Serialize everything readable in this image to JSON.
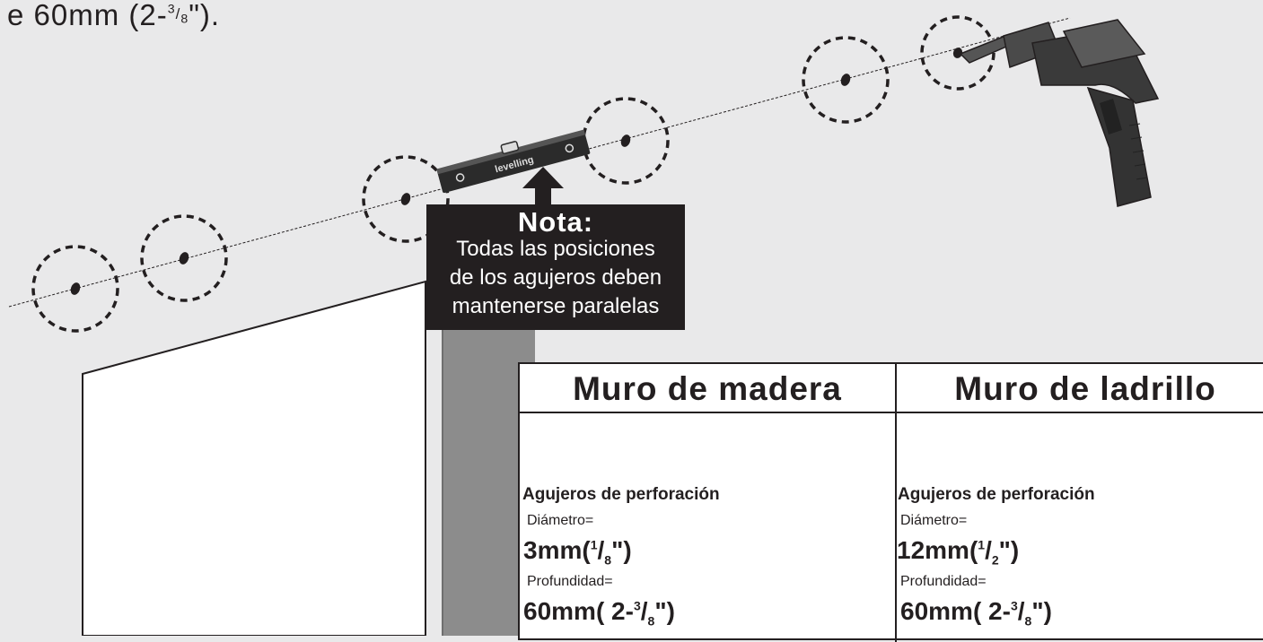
{
  "header": {
    "text_main": "e 60mm (2-",
    "text_sup": "3",
    "text_slash": "/",
    "text_sub": "8",
    "text_end": "\")."
  },
  "level_tool": {
    "label": "levelling"
  },
  "note": {
    "title": "Nota:",
    "lines": [
      "Todas las posiciones",
      "de los agujeros deben",
      "mantenerse paralelas"
    ]
  },
  "table": {
    "columns": [
      {
        "heading": "Muro de madera",
        "drill_label": "Agujeros de perforación",
        "diameter_label": "Diámetro=",
        "diameter_value": "3mm(",
        "diameter_num": "1",
        "diameter_den": "8",
        "diameter_end": "\")",
        "depth_label": "Profundidad=",
        "depth_value": "60mm( 2-",
        "depth_num": "3",
        "depth_den": "8",
        "depth_end": "\")"
      },
      {
        "heading": "Muro de ladrillo",
        "drill_label": "Agujeros de perforación",
        "diameter_label": "Diámetro=",
        "diameter_value": "12mm(",
        "diameter_num": "1",
        "diameter_den": "2",
        "diameter_end": "\")",
        "depth_label": "Profundidad=",
        "depth_value": "60mm( 2-",
        "depth_num": "3",
        "depth_den": "8",
        "depth_end": "\")"
      }
    ]
  },
  "colors": {
    "wall": "#e9e9ea",
    "ink": "#231f20",
    "post": "#8c8c8c",
    "drill_body": "#3a3a3a"
  }
}
